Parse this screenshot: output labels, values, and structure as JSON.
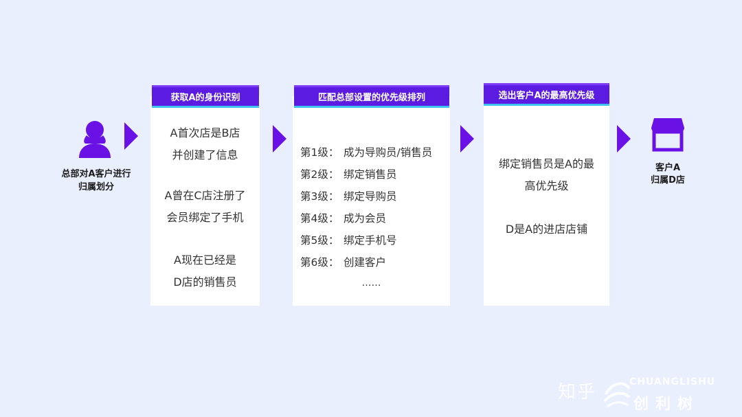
{
  "start": {
    "label_line1": "总部对A客户进行",
    "label_line2": "归属划分"
  },
  "card1": {
    "header": "获取A的身份识别",
    "lines": [
      "A首次店是B店",
      "并创建了信息",
      "A曾在C店注册了",
      "会员绑定了手机",
      "A现在已经是",
      "D店的销售员"
    ]
  },
  "card2": {
    "header": "匹配总部设置的优先级排列",
    "levels": [
      {
        "level": "第1级：",
        "text": "成为导购员/销售员"
      },
      {
        "level": "第2级：",
        "text": "绑定销售员"
      },
      {
        "level": "第3级：",
        "text": "绑定导购员"
      },
      {
        "level": "第4级：",
        "text": "成为会员"
      },
      {
        "level": "第5级：",
        "text": "绑定手机号"
      },
      {
        "level": "第6级：",
        "text": "创建客户"
      }
    ],
    "more": "……"
  },
  "card3": {
    "header": "选出客户A的最高优先级",
    "lines": [
      "绑定销售员是A的最",
      "高优先级",
      "D是A的进店店铺"
    ]
  },
  "end": {
    "label_line1": "客户A",
    "label_line2": "归属D店"
  },
  "watermark": {
    "zhihu": "知乎",
    "brand_en": "CHUANGLISHU",
    "brand_cn": "创利树"
  },
  "colors": {
    "accent": "#5b1be0",
    "arrow": "#6a12e6",
    "header_underline": "#3ec3f0",
    "background": "#e9effc"
  },
  "icons": {
    "start": "person-icon",
    "arrows": "play-arrow-icon",
    "end": "store-icon"
  }
}
